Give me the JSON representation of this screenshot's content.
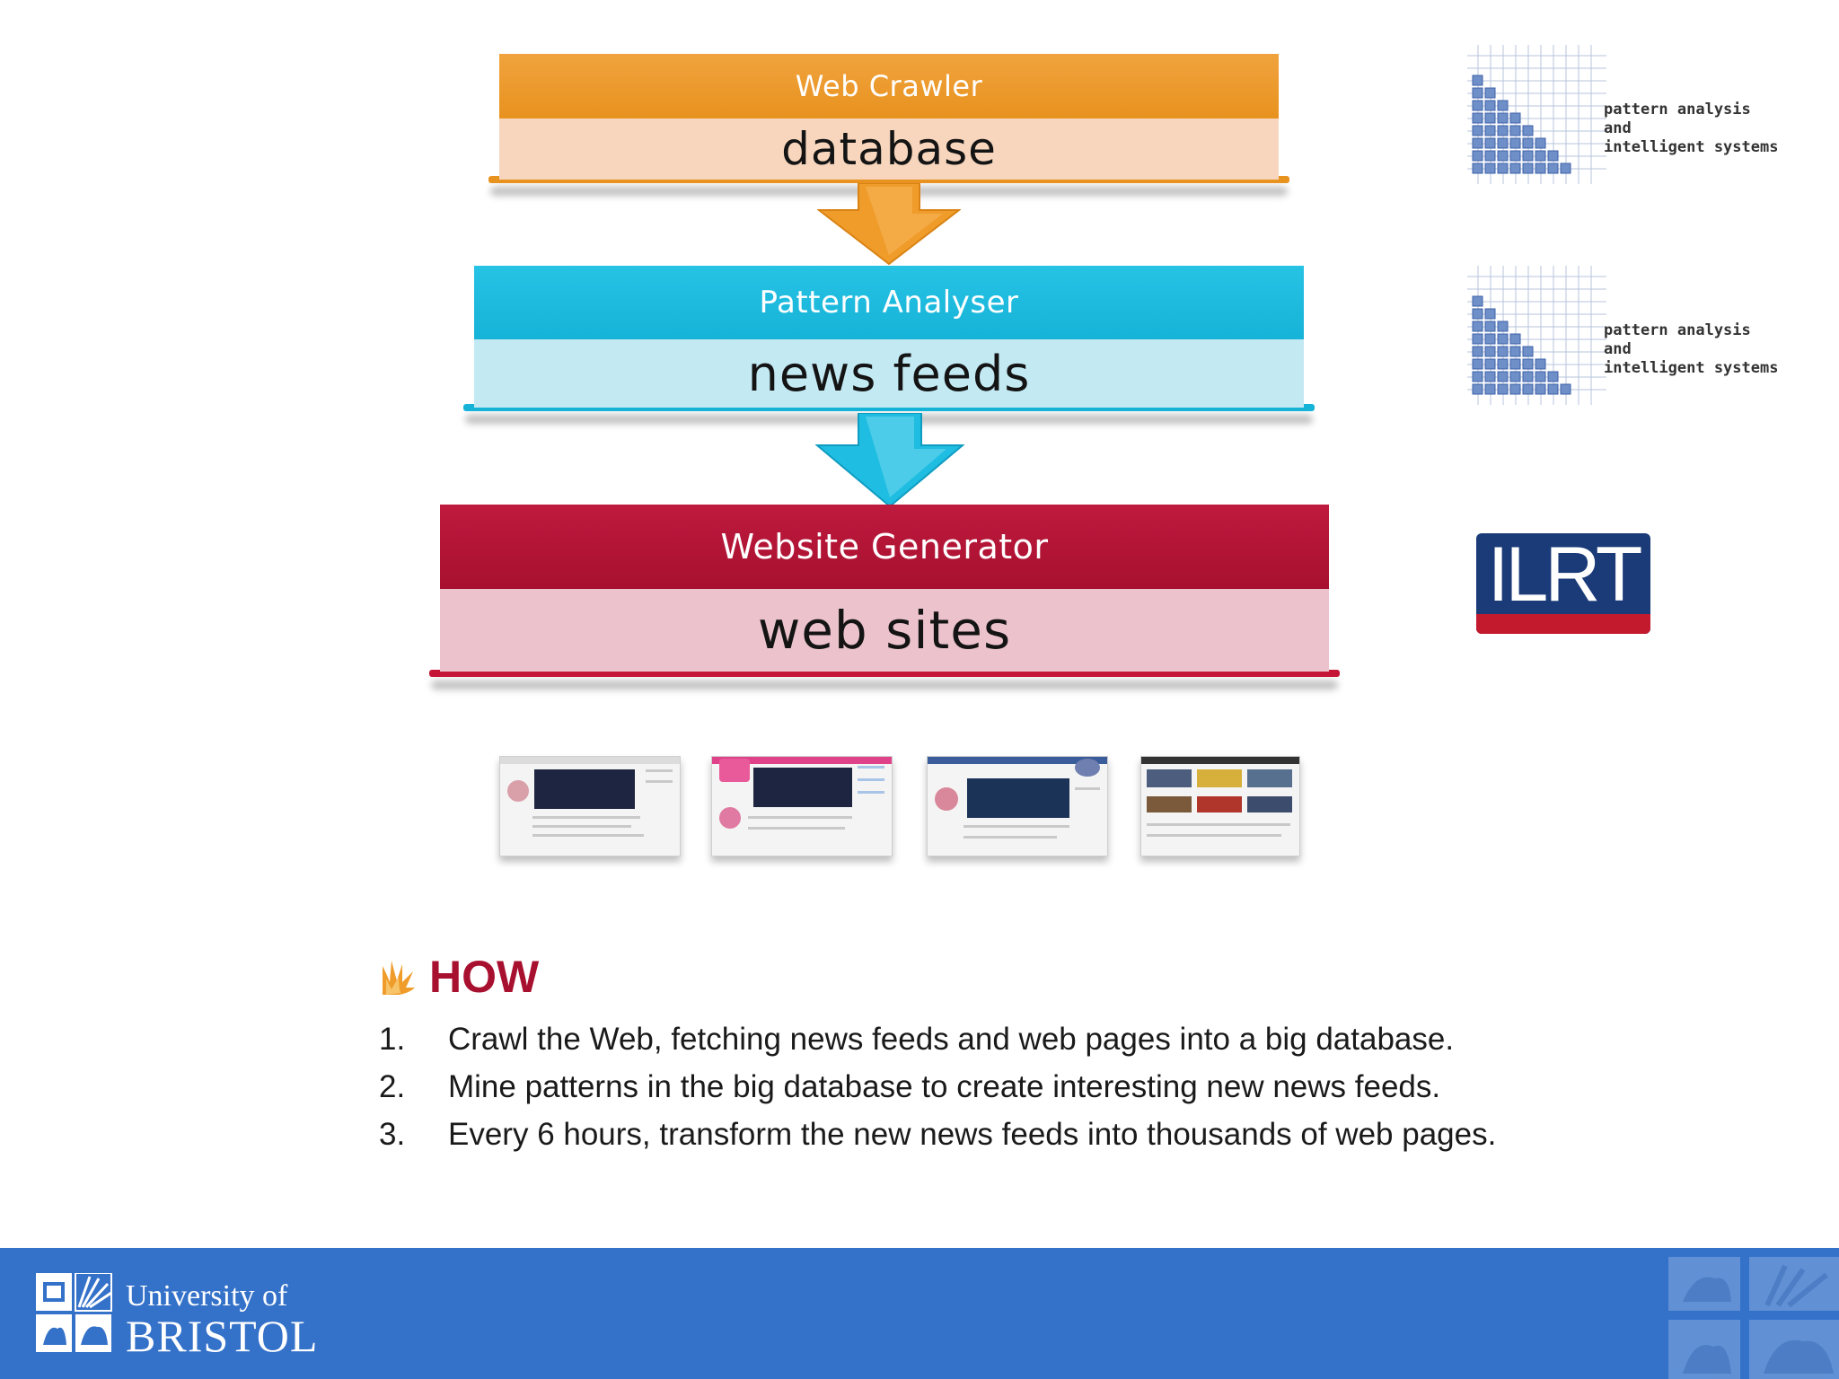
{
  "pipeline": [
    {
      "component": "Web Crawler",
      "output": "database"
    },
    {
      "component": "Pattern Analyser",
      "output": "news feeds"
    },
    {
      "component": "Website Generator",
      "output": "web sites"
    }
  ],
  "logos": {
    "pais_text": "pattern analysis\nand\nintelligent systems",
    "ilrt_text": "ILRT"
  },
  "how": {
    "title": "HOW",
    "icon": "flame-bullet-icon",
    "steps": [
      {
        "number": "1.",
        "text": "Crawl the Web, fetching news feeds and web pages into a big database."
      },
      {
        "number": "2.",
        "text": "Mine patterns in the big database to create interesting new news feeds."
      },
      {
        "number": "3.",
        "text": "Every 6 hours, transform the new news feeds into thousands of web pages."
      }
    ]
  },
  "footer": {
    "line1": "University of",
    "line2": "BRISTOL"
  },
  "colors": {
    "orange": "#e8921f",
    "cyan": "#16b3d8",
    "crimson": "#a8102f",
    "footer_blue": "#3471c9"
  }
}
